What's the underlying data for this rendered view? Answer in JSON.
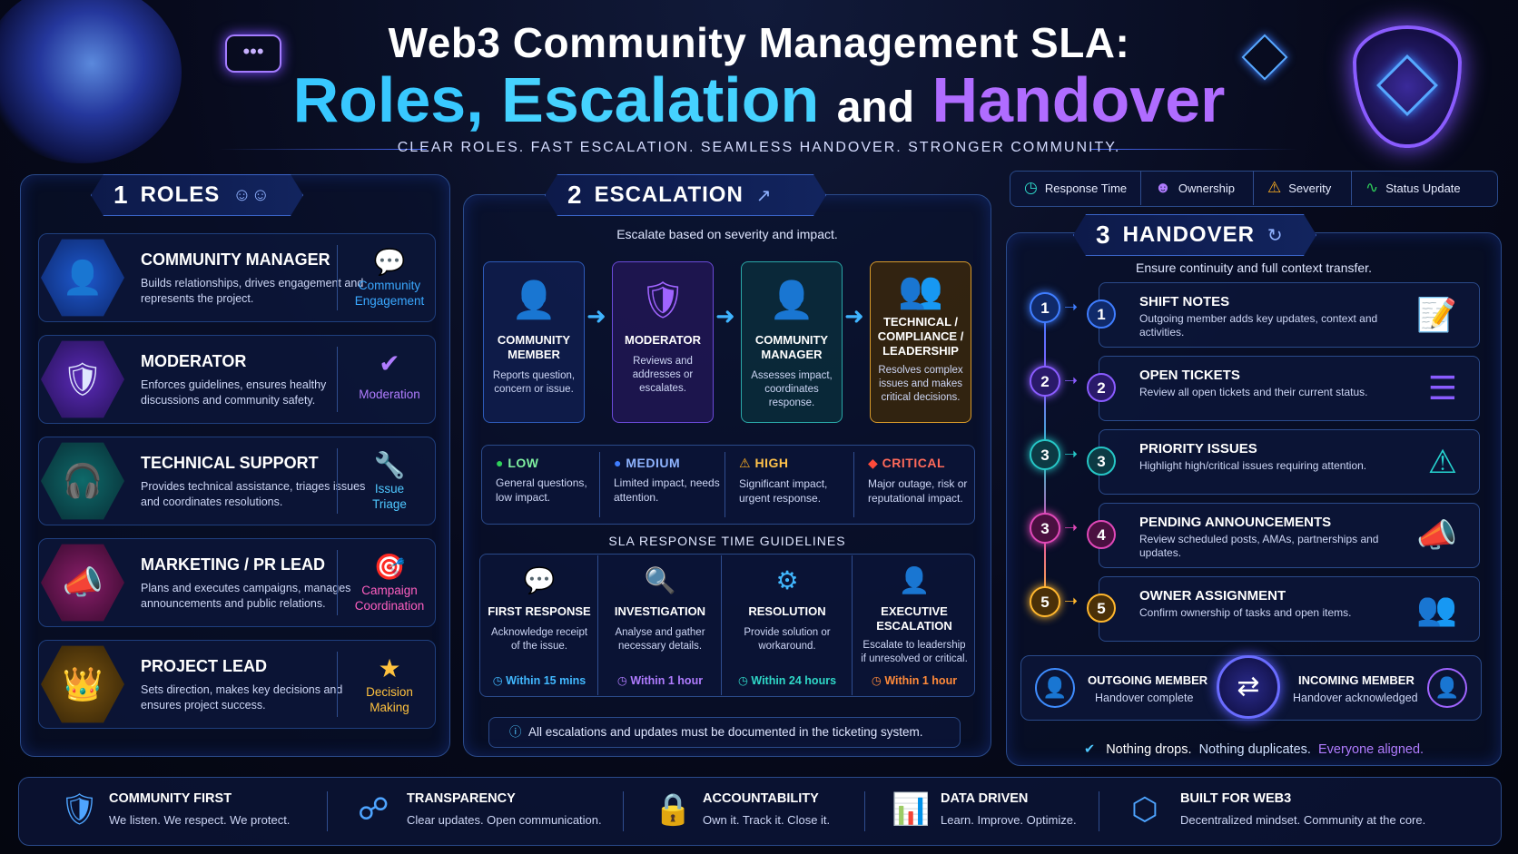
{
  "header": {
    "title_line1": "Web3 Community Management SLA:",
    "title_roles": "Roles,",
    "title_escalation": "Escalation",
    "title_and": "and",
    "title_handover": "Handover",
    "tagline": "CLEAR ROLES. FAST ESCALATION. SEAMLESS HANDOVER. STRONGER COMMUNITY."
  },
  "roles": {
    "number": "1",
    "title": "ROLES",
    "items": [
      {
        "title": "COMMUNITY MANAGER",
        "desc": "Builds relationships, drives engagement and represents the project.",
        "tag_line1": "Community",
        "tag_line2": "Engagement",
        "color": "#3aa8ff"
      },
      {
        "title": "MODERATOR",
        "desc": "Enforces guidelines, ensures healthy discussions and community safety.",
        "tag_line1": "Moderation",
        "tag_line2": "",
        "color": "#a064ff"
      },
      {
        "title": "TECHNICAL SUPPORT",
        "desc": "Provides technical assistance, triages issues and coordinates resolutions.",
        "tag_line1": "Issue",
        "tag_line2": "Triage",
        "color": "#26d4d0"
      },
      {
        "title": "MARKETING / PR LEAD",
        "desc": "Plans and executes campaigns, manages announcements and public relations.",
        "tag_line1": "Campaign",
        "tag_line2": "Coordination",
        "color": "#ff4fb8"
      },
      {
        "title": "PROJECT LEAD",
        "desc": "Sets direction, makes key decisions and ensures project success.",
        "tag_line1": "Decision",
        "tag_line2": "Making",
        "color": "#ffb72e"
      }
    ]
  },
  "escalation": {
    "number": "2",
    "title": "ESCALATION",
    "subtitle": "Escalate based on severity and impact.",
    "flow": [
      {
        "title_line1": "COMMUNITY",
        "title_line2": "MEMBER",
        "title_line3": "",
        "desc": "Reports question, concern or issue."
      },
      {
        "title_line1": "MODERATOR",
        "title_line2": "",
        "title_line3": "",
        "desc": "Reviews and addresses or escalates."
      },
      {
        "title_line1": "COMMUNITY",
        "title_line2": "MANAGER",
        "title_line3": "",
        "desc": "Assesses impact, coordinates response."
      },
      {
        "title_line1": "TECHNICAL /",
        "title_line2": "COMPLIANCE /",
        "title_line3": "LEADERSHIP",
        "desc": "Resolves complex issues and makes critical decisions."
      }
    ],
    "severity": [
      {
        "label": "LOW",
        "desc": "General questions, low impact.",
        "color": "#2fd15a"
      },
      {
        "label": "MEDIUM",
        "desc": "Limited impact, needs attention.",
        "color": "#3f7dff"
      },
      {
        "label": "HIGH",
        "desc": "Significant impact, urgent response.",
        "color": "#ffb020"
      },
      {
        "label": "CRITICAL",
        "desc": "Major outage, risk or reputational impact.",
        "color": "#ff4a3a"
      }
    ],
    "sla_heading": "SLA RESPONSE TIME GUIDELINES",
    "sla": [
      {
        "title_line1": "FIRST RESPONSE",
        "title_line2": "",
        "desc": "Acknowledge receipt of the issue.",
        "time": "Within 15 mins",
        "color": "#41b8ff"
      },
      {
        "title_line1": "INVESTIGATION",
        "title_line2": "",
        "desc": "Analyse and gather necessary details.",
        "time": "Within 1 hour",
        "color": "#b07cff"
      },
      {
        "title_line1": "RESOLUTION",
        "title_line2": "",
        "desc": "Provide solution or workaround.",
        "time": "Within 24 hours",
        "color": "#2fd8c8"
      },
      {
        "title_line1": "EXECUTIVE",
        "title_line2": "ESCALATION",
        "desc": "Escalate to leadership if unresolved or critical.",
        "time": "Within 1 hour",
        "color": "#ff8a3a"
      }
    ],
    "note": "All escalations and updates must be documented in the ticketing system."
  },
  "legend": [
    {
      "label": "Response Time",
      "color": "#2fd8c8"
    },
    {
      "label": "Ownership",
      "color": "#b07cff"
    },
    {
      "label": "Severity",
      "color": "#ffb020"
    },
    {
      "label": "Status Update",
      "color": "#2fd15a"
    }
  ],
  "handover": {
    "number": "3",
    "title": "HANDOVER",
    "subtitle": "Ensure continuity and full context transfer.",
    "steps": [
      {
        "left_num": "1",
        "num": "1",
        "title": "SHIFT NOTES",
        "desc": "Outgoing member adds key updates, context and activities.",
        "color": "#3f7dff"
      },
      {
        "left_num": "2",
        "num": "2",
        "title": "OPEN TICKETS",
        "desc": "Review all open tickets and their current status.",
        "color": "#8a5cff"
      },
      {
        "left_num": "3",
        "num": "3",
        "title": "PRIORITY ISSUES",
        "desc": "Highlight high/critical issues requiring attention.",
        "color": "#26c6c6"
      },
      {
        "left_num": "3",
        "num": "4",
        "title": "PENDING ANNOUNCEMENTS",
        "desc": "Review scheduled posts, AMAs, partnerships and updates.",
        "color": "#e048b8"
      },
      {
        "left_num": "5",
        "num": "5",
        "title": "OWNER ASSIGNMENT",
        "desc": "Confirm ownership of tasks and open items.",
        "color": "#ffb72e"
      }
    ],
    "outgoing_title": "OUTGOING MEMBER",
    "outgoing_desc": "Handover complete",
    "incoming_title": "INCOMING MEMBER",
    "incoming_desc": "Handover acknowledged",
    "tagline_1": "Nothing drops.",
    "tagline_2": "Nothing duplicates.",
    "tagline_3": "Everyone aligned."
  },
  "footer": [
    {
      "title": "COMMUNITY FIRST",
      "desc": "We listen. We respect. We protect."
    },
    {
      "title": "TRANSPARENCY",
      "desc": "Clear updates. Open communication."
    },
    {
      "title": "ACCOUNTABILITY",
      "desc": "Own it. Track it. Close it."
    },
    {
      "title": "DATA DRIVEN",
      "desc": "Learn. Improve. Optimize."
    },
    {
      "title": "BUILT FOR WEB3",
      "desc": "Decentralized mindset. Community at the core."
    }
  ]
}
